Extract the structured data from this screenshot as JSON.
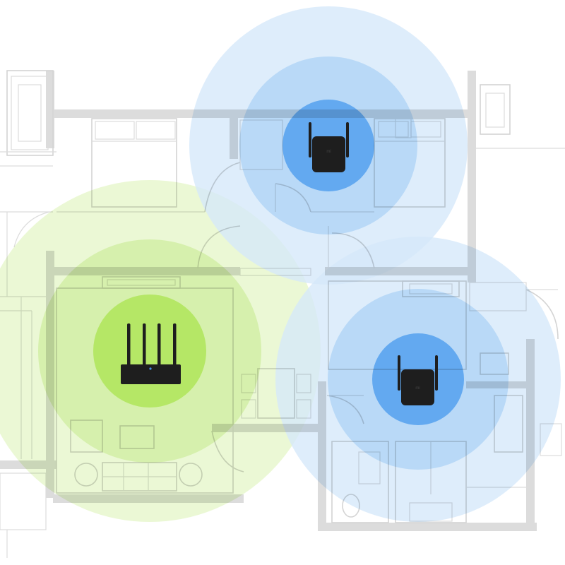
{
  "colors": {
    "background": "#ffffff",
    "floorplan_lines": "#d4d4d4",
    "floorplan_walls": "#dcdcdc",
    "router_coverage_outer": "#eef8dc",
    "router_coverage_mid": "#d4f0ad",
    "router_core": "#b5e766",
    "extender_coverage_outer": "#dbe9fa",
    "extender_coverage_mid": "#b5d6f6",
    "extender_core": "#63a9f0",
    "device_body": "#1e1e1e",
    "status_led": "#4a90e2"
  },
  "devices": [
    {
      "kind": "router",
      "icon": "wifi-router-icon",
      "antennas": 4
    },
    {
      "kind": "range-extender",
      "icon": "wifi-extender-icon",
      "antennas": 2
    },
    {
      "kind": "range-extender",
      "icon": "wifi-extender-icon",
      "antennas": 2
    }
  ]
}
